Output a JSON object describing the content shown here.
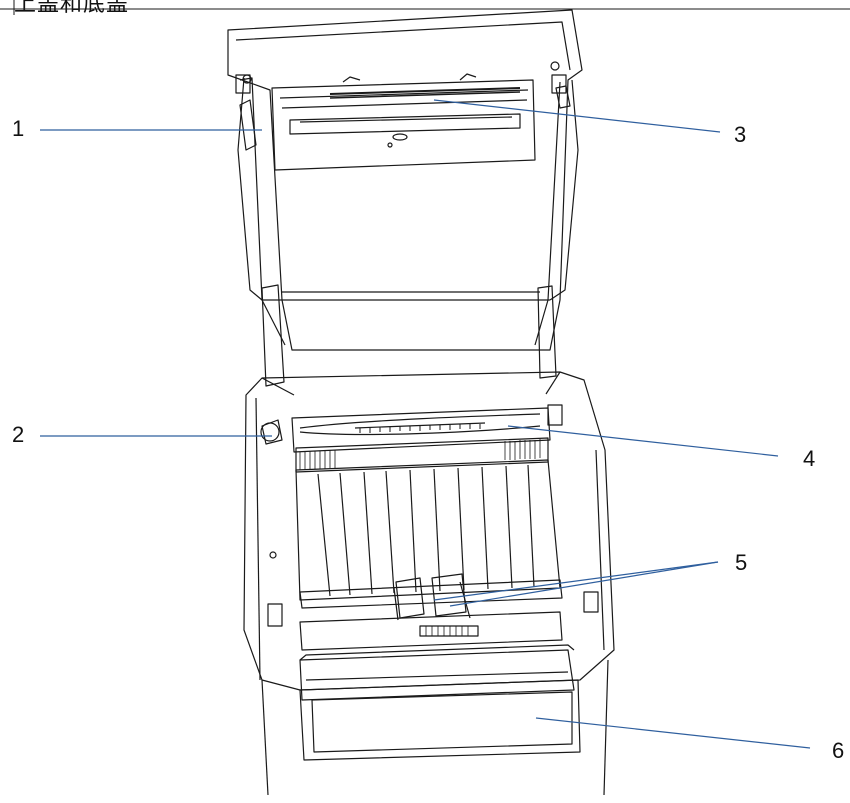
{
  "header": {
    "text": "上盖和底盖"
  },
  "callouts": [
    {
      "number": "1"
    },
    {
      "number": "2"
    },
    {
      "number": "3"
    },
    {
      "number": "4"
    },
    {
      "number": "5"
    },
    {
      "number": "6"
    }
  ],
  "colors": {
    "callout_line": "#2f5f9e",
    "drawing_stroke": "#1a1a1a",
    "background": "#ffffff"
  }
}
